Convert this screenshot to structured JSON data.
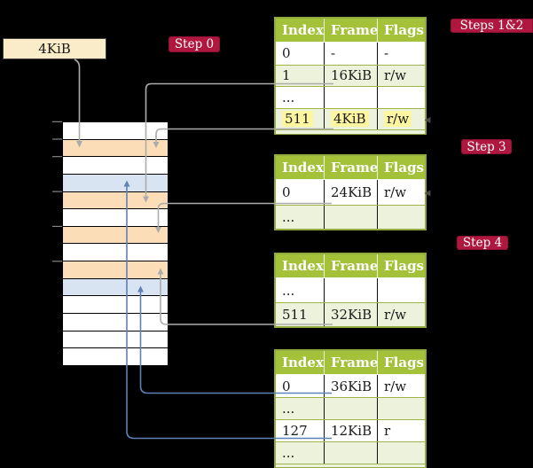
{
  "colors": {
    "background": "#000000",
    "accent_red": "#B0173F",
    "header_green": "#A3C139",
    "row_shade_green": "#EDF2DC",
    "table_border_olive": "#93AA3F",
    "frame_orange": "#FBDDB8",
    "frame_blue": "#D8E4F2",
    "label_cream": "#FAEBC9",
    "highlight_yellow": "#FDF5A0",
    "arrow_grey": "#ACACAC",
    "arrow_blue": "#5F81B5"
  },
  "size_label": {
    "text": "4KiB"
  },
  "step_badges": [
    {
      "id": "step-0",
      "label": "Step 0"
    },
    {
      "id": "steps-1-2",
      "label": "Steps 1&2"
    },
    {
      "id": "step-3",
      "label": "Step 3"
    },
    {
      "id": "step-4",
      "label": "Step 4"
    }
  ],
  "memory_stack": {
    "rows": [
      "white",
      "orange",
      "white",
      "blue",
      "orange",
      "white",
      "orange",
      "white",
      "orange",
      "blue",
      "white",
      "white",
      "white",
      "white"
    ]
  },
  "page_tables": [
    {
      "id": "page-table-top",
      "columns": [
        "Index",
        "Frame",
        "Flags"
      ],
      "rows": [
        {
          "cells": [
            "0",
            "-",
            "-"
          ],
          "shaded": false,
          "highlighted": false
        },
        {
          "cells": [
            "1",
            "16KiB",
            "r/w"
          ],
          "shaded": true,
          "highlighted": false
        },
        {
          "cells": [
            "...",
            "",
            ""
          ],
          "shaded": false,
          "highlighted": false
        },
        {
          "cells": [
            "511",
            "4KiB",
            "r/w"
          ],
          "shaded": true,
          "highlighted": true
        }
      ]
    },
    {
      "id": "page-table-second",
      "columns": [
        "Index",
        "Frame",
        "Flags"
      ],
      "rows": [
        {
          "cells": [
            "0",
            "24KiB",
            "r/w"
          ],
          "shaded": false,
          "highlighted": false
        },
        {
          "cells": [
            "...",
            "",
            ""
          ],
          "shaded": true,
          "highlighted": false
        }
      ]
    },
    {
      "id": "page-table-third",
      "columns": [
        "Index",
        "Frame",
        "Flags"
      ],
      "rows": [
        {
          "cells": [
            "...",
            "",
            ""
          ],
          "shaded": false,
          "highlighted": false
        },
        {
          "cells": [
            "511",
            "32KiB",
            "r/w"
          ],
          "shaded": true,
          "highlighted": false
        }
      ]
    },
    {
      "id": "page-table-bottom",
      "columns": [
        "Index",
        "Frame",
        "Flags"
      ],
      "rows": [
        {
          "cells": [
            "0",
            "36KiB",
            "r/w"
          ],
          "shaded": false,
          "highlighted": false
        },
        {
          "cells": [
            "...",
            "",
            ""
          ],
          "shaded": true,
          "highlighted": false
        },
        {
          "cells": [
            "127",
            "12KiB",
            "r"
          ],
          "shaded": false,
          "highlighted": false
        },
        {
          "cells": [
            "...",
            "",
            ""
          ],
          "shaded": true,
          "highlighted": false
        }
      ]
    }
  ]
}
